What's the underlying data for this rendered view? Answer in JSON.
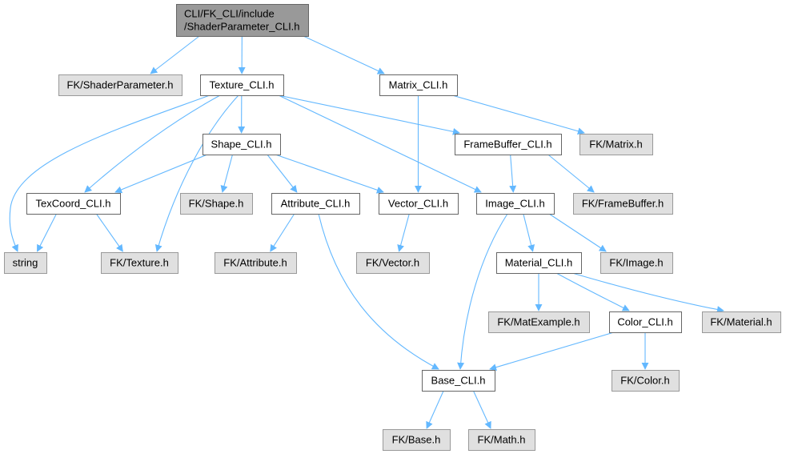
{
  "title": "CLI/FK_CLI/include/ShaderParameter_CLI.h include dependency graph",
  "colors": {
    "edge": "#63b8ff",
    "root_fill": "#999999",
    "root_border": "#666666",
    "local_fill": "#ffffff",
    "local_border": "#666666",
    "external_fill": "#e0e0e0",
    "external_border": "#999999"
  },
  "nodes": [
    {
      "id": "root",
      "kind": "root",
      "lines": [
        "CLI/FK_CLI/include",
        "/ShaderParameter_CLI.h"
      ]
    },
    {
      "id": "fk_shaderparameter",
      "kind": "external",
      "lines": [
        "FK/ShaderParameter.h"
      ]
    },
    {
      "id": "texture_cli",
      "kind": "local",
      "lines": [
        "Texture_CLI.h"
      ]
    },
    {
      "id": "matrix_cli",
      "kind": "local",
      "lines": [
        "Matrix_CLI.h"
      ]
    },
    {
      "id": "shape_cli",
      "kind": "local",
      "lines": [
        "Shape_CLI.h"
      ]
    },
    {
      "id": "framebuffer_cli",
      "kind": "local",
      "lines": [
        "FrameBuffer_CLI.h"
      ]
    },
    {
      "id": "fk_matrix",
      "kind": "external",
      "lines": [
        "FK/Matrix.h"
      ]
    },
    {
      "id": "texcoord_cli",
      "kind": "local",
      "lines": [
        "TexCoord_CLI.h"
      ]
    },
    {
      "id": "fk_shape",
      "kind": "external",
      "lines": [
        "FK/Shape.h"
      ]
    },
    {
      "id": "attribute_cli",
      "kind": "local",
      "lines": [
        "Attribute_CLI.h"
      ]
    },
    {
      "id": "vector_cli",
      "kind": "local",
      "lines": [
        "Vector_CLI.h"
      ]
    },
    {
      "id": "image_cli",
      "kind": "local",
      "lines": [
        "Image_CLI.h"
      ]
    },
    {
      "id": "fk_framebuffer",
      "kind": "external",
      "lines": [
        "FK/FrameBuffer.h"
      ]
    },
    {
      "id": "string",
      "kind": "external",
      "lines": [
        "string"
      ]
    },
    {
      "id": "fk_texture",
      "kind": "external",
      "lines": [
        "FK/Texture.h"
      ]
    },
    {
      "id": "fk_attribute",
      "kind": "external",
      "lines": [
        "FK/Attribute.h"
      ]
    },
    {
      "id": "fk_vector",
      "kind": "external",
      "lines": [
        "FK/Vector.h"
      ]
    },
    {
      "id": "material_cli",
      "kind": "local",
      "lines": [
        "Material_CLI.h"
      ]
    },
    {
      "id": "fk_image",
      "kind": "external",
      "lines": [
        "FK/Image.h"
      ]
    },
    {
      "id": "fk_matexample",
      "kind": "external",
      "lines": [
        "FK/MatExample.h"
      ]
    },
    {
      "id": "color_cli",
      "kind": "local",
      "lines": [
        "Color_CLI.h"
      ]
    },
    {
      "id": "fk_material",
      "kind": "external",
      "lines": [
        "FK/Material.h"
      ]
    },
    {
      "id": "base_cli",
      "kind": "local",
      "lines": [
        "Base_CLI.h"
      ]
    },
    {
      "id": "fk_color",
      "kind": "external",
      "lines": [
        "FK/Color.h"
      ]
    },
    {
      "id": "fk_base",
      "kind": "external",
      "lines": [
        "FK/Base.h"
      ]
    },
    {
      "id": "fk_math",
      "kind": "external",
      "lines": [
        "FK/Math.h"
      ]
    }
  ],
  "edges": [
    {
      "from": "root",
      "to": "fk_shaderparameter"
    },
    {
      "from": "root",
      "to": "texture_cli"
    },
    {
      "from": "root",
      "to": "matrix_cli"
    },
    {
      "from": "texture_cli",
      "to": "string"
    },
    {
      "from": "texture_cli",
      "to": "texcoord_cli"
    },
    {
      "from": "texture_cli",
      "to": "fk_texture"
    },
    {
      "from": "texture_cli",
      "to": "shape_cli"
    },
    {
      "from": "texture_cli",
      "to": "framebuffer_cli"
    },
    {
      "from": "texture_cli",
      "to": "image_cli"
    },
    {
      "from": "matrix_cli",
      "to": "vector_cli"
    },
    {
      "from": "matrix_cli",
      "to": "fk_matrix"
    },
    {
      "from": "shape_cli",
      "to": "texcoord_cli"
    },
    {
      "from": "shape_cli",
      "to": "fk_shape"
    },
    {
      "from": "shape_cli",
      "to": "attribute_cli"
    },
    {
      "from": "shape_cli",
      "to": "vector_cli"
    },
    {
      "from": "framebuffer_cli",
      "to": "image_cli"
    },
    {
      "from": "framebuffer_cli",
      "to": "fk_framebuffer"
    },
    {
      "from": "texcoord_cli",
      "to": "string"
    },
    {
      "from": "texcoord_cli",
      "to": "fk_texture"
    },
    {
      "from": "attribute_cli",
      "to": "fk_attribute"
    },
    {
      "from": "attribute_cli",
      "to": "base_cli"
    },
    {
      "from": "vector_cli",
      "to": "fk_vector"
    },
    {
      "from": "image_cli",
      "to": "base_cli"
    },
    {
      "from": "image_cli",
      "to": "material_cli"
    },
    {
      "from": "image_cli",
      "to": "fk_image"
    },
    {
      "from": "material_cli",
      "to": "fk_matexample"
    },
    {
      "from": "material_cli",
      "to": "color_cli"
    },
    {
      "from": "material_cli",
      "to": "fk_material"
    },
    {
      "from": "color_cli",
      "to": "base_cli"
    },
    {
      "from": "color_cli",
      "to": "fk_color"
    },
    {
      "from": "base_cli",
      "to": "fk_base"
    },
    {
      "from": "base_cli",
      "to": "fk_math"
    }
  ]
}
